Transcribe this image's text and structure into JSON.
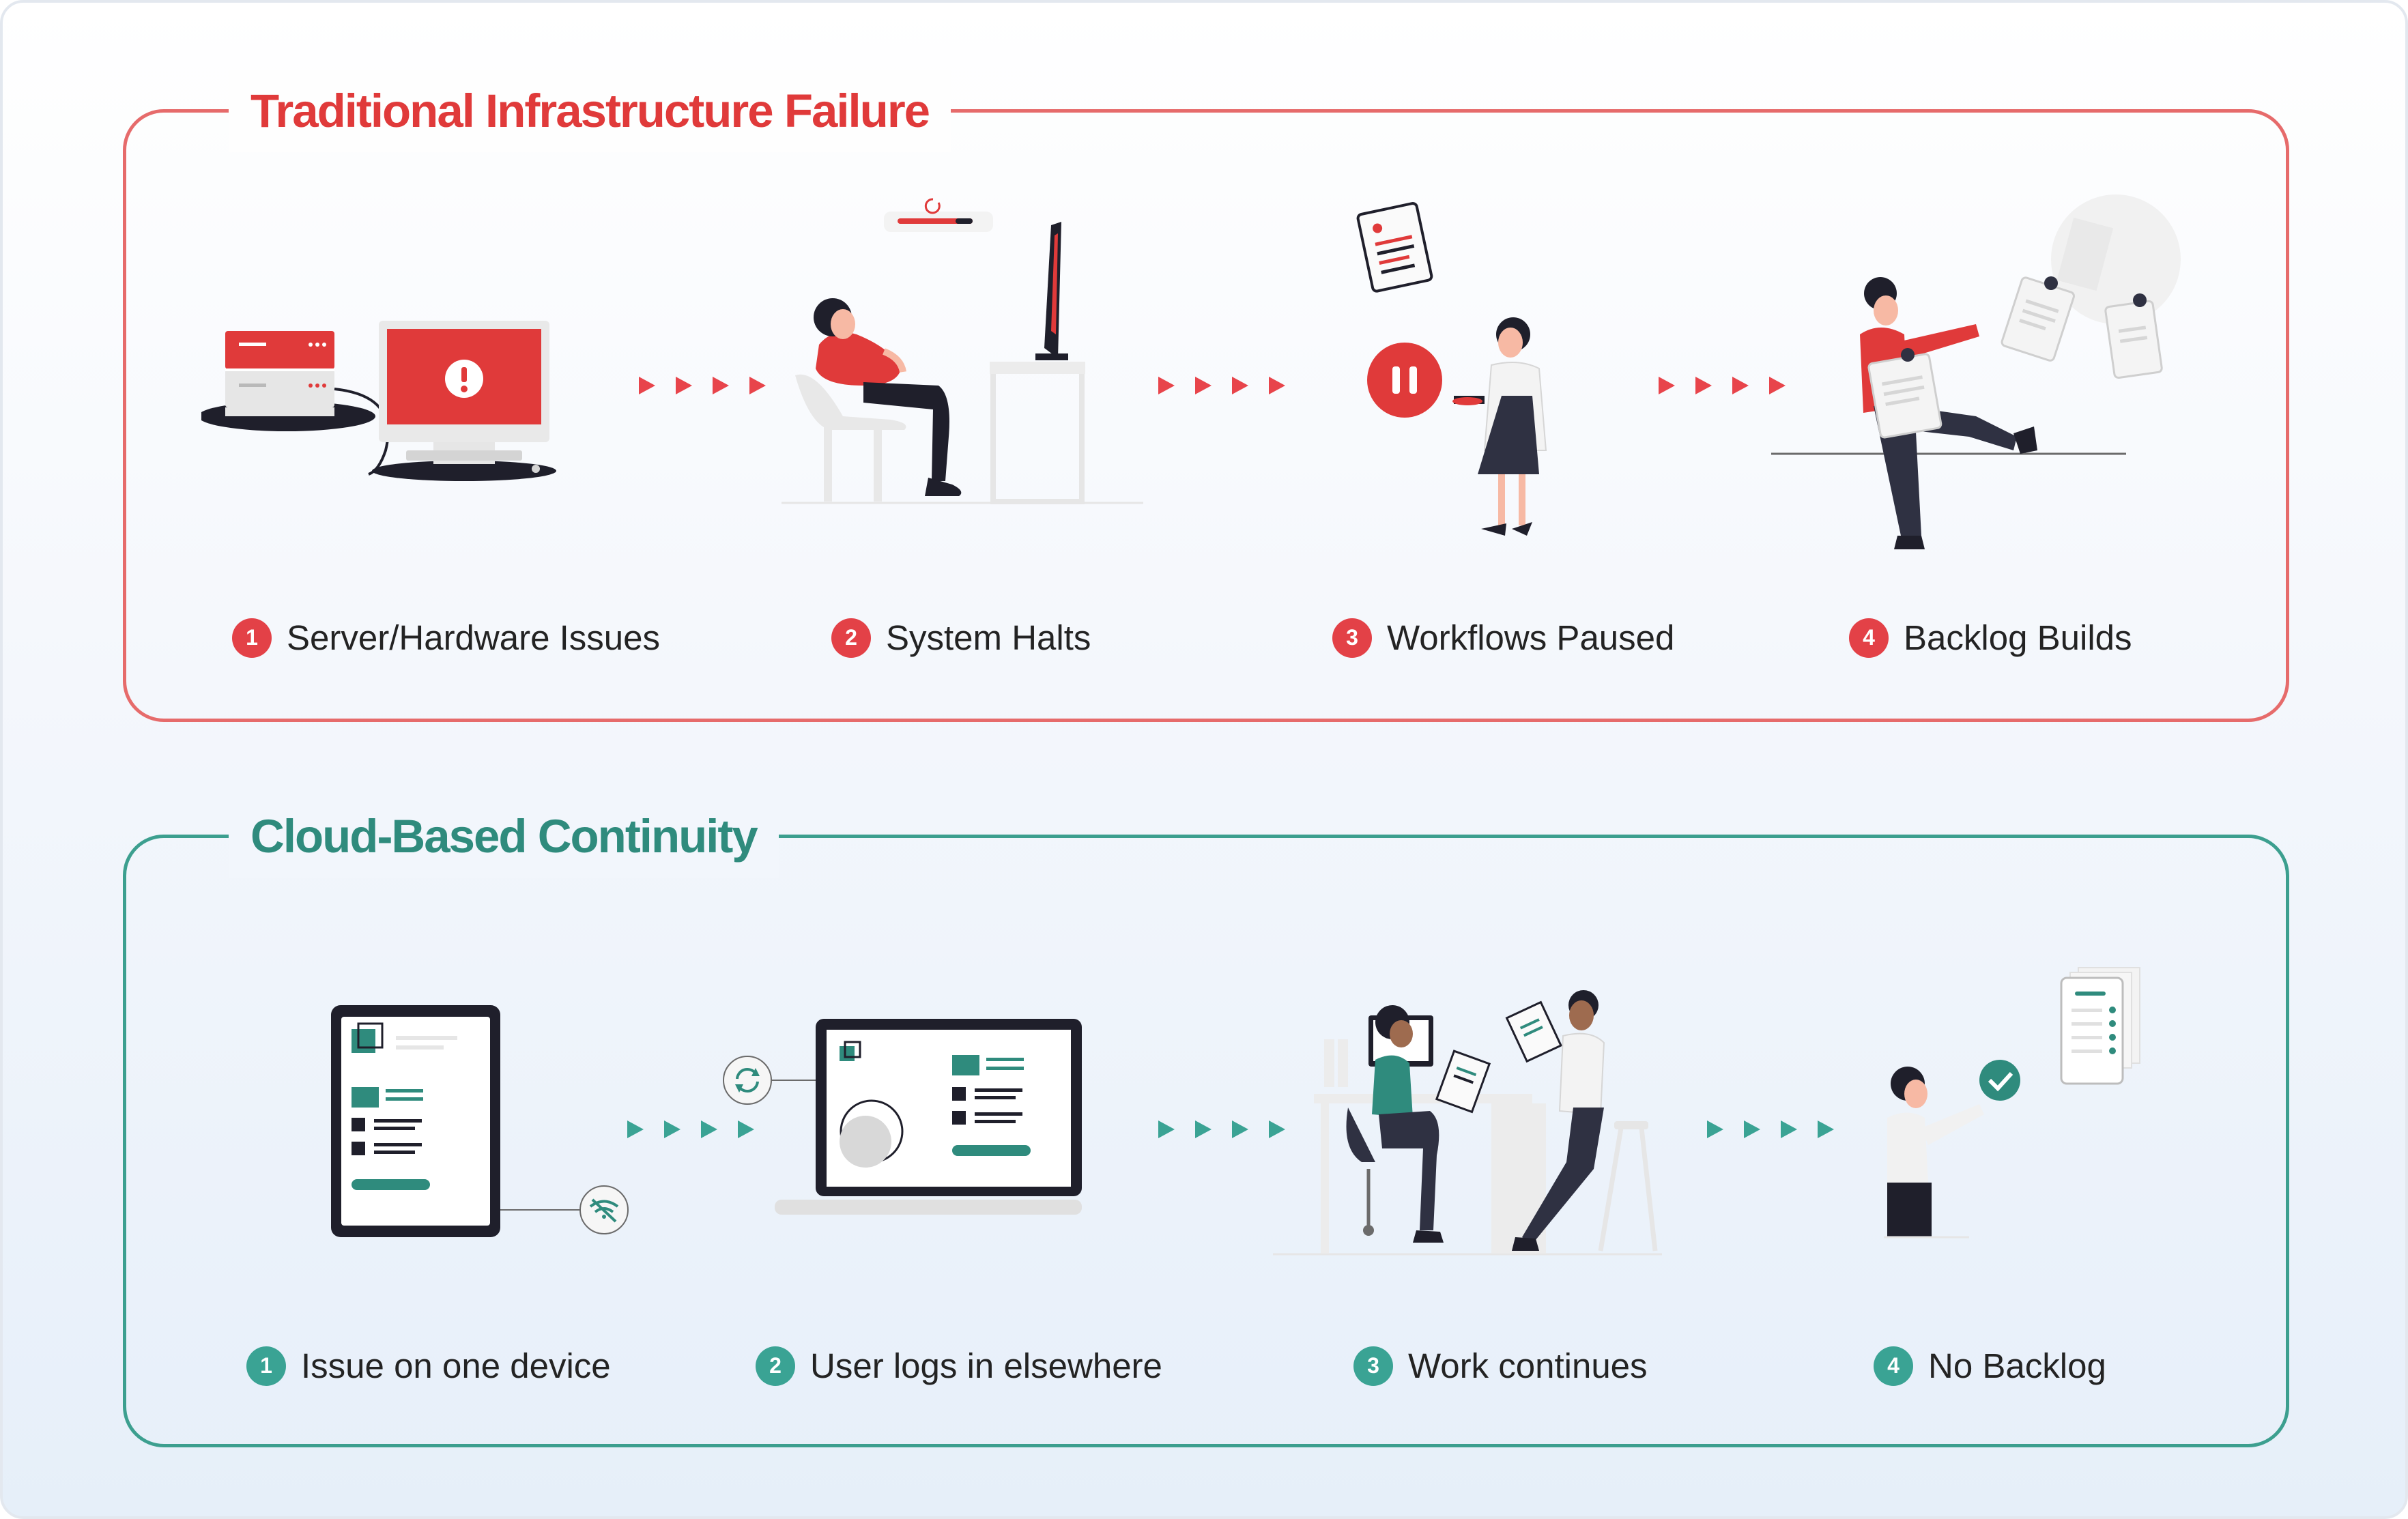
{
  "sections": [
    {
      "title": "Traditional Infrastructure Failure",
      "steps": [
        {
          "number": "1",
          "label": "Server/Hardware Issues"
        },
        {
          "number": "2",
          "label": "System Halts"
        },
        {
          "number": "3",
          "label": "Workflows Paused"
        },
        {
          "number": "4",
          "label": "Backlog Builds"
        }
      ]
    },
    {
      "title": "Cloud-Based Continuity",
      "steps": [
        {
          "number": "1",
          "label": "Issue on one device"
        },
        {
          "number": "2",
          "label": "User logs in elsewhere"
        },
        {
          "number": "3",
          "label": "Work continues"
        },
        {
          "number": "4",
          "label": "No Backlog"
        }
      ]
    }
  ],
  "colors": {
    "traditional_accent": "#e03a3a",
    "cloud_accent": "#2f8b7d",
    "dark": "#1f1f2b",
    "light_gray": "#e8e8e8"
  },
  "icons": {
    "s1_step1": "server-computer-error-icon",
    "s1_step2": "waiting-person-icon",
    "s1_step3": "pause-icon",
    "s1_step4": "backlog-documents-icon",
    "s2_step1": "tablet-offline-icon",
    "s2_step2": "laptop-sync-icon",
    "s2_step3": "people-working-icon",
    "s2_step4": "checklist-done-icon"
  }
}
